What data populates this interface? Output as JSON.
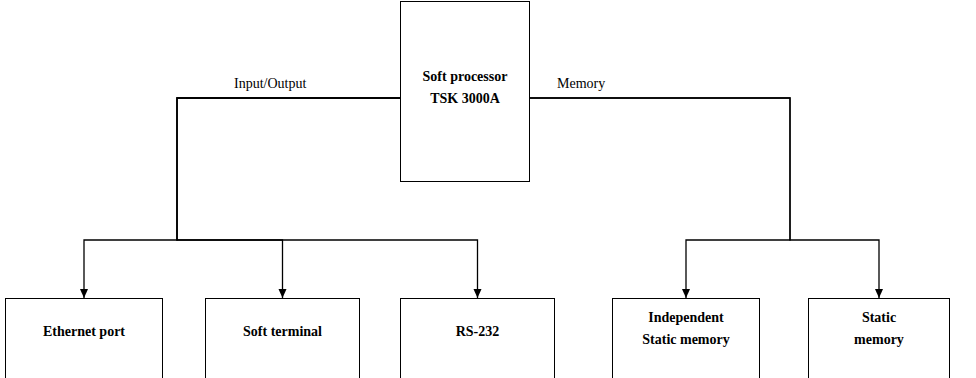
{
  "diagram": {
    "nodes": [
      {
        "text": [
          "Soft processor TSK 3000A"
        ]
      },
      {
        "text": [
          "Ethernet port"
        ]
      },
      {
        "text": [
          "Soft terminal"
        ]
      },
      {
        "text": [
          "RS-232"
        ]
      },
      {
        "text": [
          "Independent Static memory"
        ]
      },
      {
        "text": [
          "Static memory"
        ]
      }
    ],
    "edges": [
      {
        "from": 0,
        "to": 1,
        "arrow": "to"
      },
      {
        "from": 0,
        "to": 2,
        "arrow": "to"
      },
      {
        "from": 0,
        "to": 3,
        "arrow": "to"
      },
      {
        "from": 0,
        "to": 4,
        "arrow": "to"
      },
      {
        "from": 0,
        "to": 5,
        "arrow": "to"
      }
    ],
    "labels": [
      "Input/Output",
      "Memory"
    ]
  }
}
